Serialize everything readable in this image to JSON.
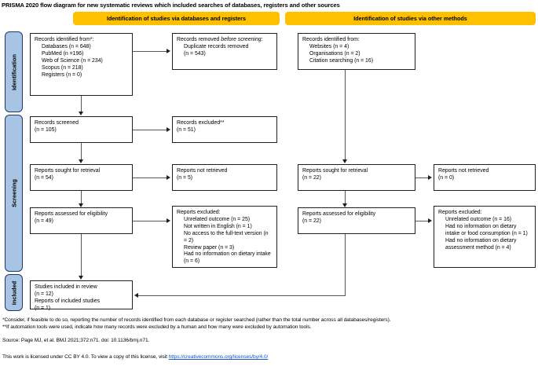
{
  "title": "PRISMA 2020 flow diagram for new systematic reviews which included searches of databases, registers and other sources",
  "colors": {
    "header_bar": "#FFC000",
    "phase_bar_fill": "#A8C4E5",
    "phase_bar_border": "#1F3864",
    "box_border": "#231F20",
    "connector": "#53565A",
    "link": "#1155CC"
  },
  "headers": {
    "left": "Identification of studies via databases and registers",
    "right": "Identification of studies via other methods"
  },
  "phases": [
    {
      "id": "identification",
      "label": "Identification"
    },
    {
      "id": "screening",
      "label": "Screening"
    },
    {
      "id": "included",
      "label": "Included"
    }
  ],
  "left_column": {
    "records_identified": {
      "title": "Records identified from*:",
      "items": [
        "Databases (n = 648)",
        "PubMed (n =196)",
        "Web of Science (n = 234)",
        "Scopus (n = 218)",
        "Registers (n = 0)"
      ]
    },
    "records_removed": {
      "title_plain": "Records removed ",
      "title_italic": "before screening:",
      "items": [
        "Duplicate records removed",
        "(n = 543)"
      ]
    },
    "records_screened": {
      "title": "Records screened",
      "count": "(n = 105)"
    },
    "records_excluded": {
      "title": "Records excluded**",
      "count": "(n = 51)"
    },
    "reports_sought": {
      "title": "Reports sought for retrieval",
      "count": "(n = 54)"
    },
    "reports_not_retrieved": {
      "title": "Reports not retrieved",
      "count": "(n = 5)"
    },
    "reports_assessed": {
      "title": "Reports assessed for eligibility",
      "count": "(n = 49)"
    },
    "reports_excluded": {
      "title": "Reports excluded:",
      "items": [
        "Unrelated outcome (n = 25)",
        "Not written in English (n = 1)",
        "No access to the full-text version (n = 2)",
        "Review paper (n = 3)",
        "Had no information on dietary intake (n = 6)"
      ]
    },
    "studies_included": {
      "line1": "Studies included in review",
      "line2": "(n = 12)",
      "line3": "Reports of included studies",
      "line4": "(n = 1)"
    }
  },
  "right_column": {
    "records_identified": {
      "title": "Records identified from:",
      "items": [
        "Websites (n = 4)",
        "Organisations (n = 2)",
        "Citation searching (n = 16)"
      ]
    },
    "reports_sought": {
      "title": "Reports sought for retrieval",
      "count": "(n = 22)"
    },
    "reports_not_retrieved": {
      "title": "Reports not retrieved",
      "count": "(n = 0)"
    },
    "reports_assessed": {
      "title": "Reports assessed for eligibility",
      "count": "(n = 22)"
    },
    "reports_excluded": {
      "title": "Reports excluded:",
      "items": [
        "Unrelated outcome (n = 16)",
        "Had no information on dietary intake or food consumption (n = 1)",
        "Had no information on dietary assessment method (n = 4)"
      ]
    }
  },
  "footnotes": {
    "note1": "*Consider, if feasible to do so, reporting the number of records identified from each database or register searched (rather than the total number across all databases/registers).",
    "note2": "**If automation tools were used, indicate how many records were excluded by a human and how many were excluded by automation tools.",
    "source": "Source: Page MJ, et al. BMJ 2021;372:n71. doi: 10.1136/bmj.n71.",
    "license_pre": "This work is licensed under CC BY 4.0. To view a copy of this license, visit ",
    "license_link": "https://creativecommons.org/licenses/by/4.0/"
  }
}
